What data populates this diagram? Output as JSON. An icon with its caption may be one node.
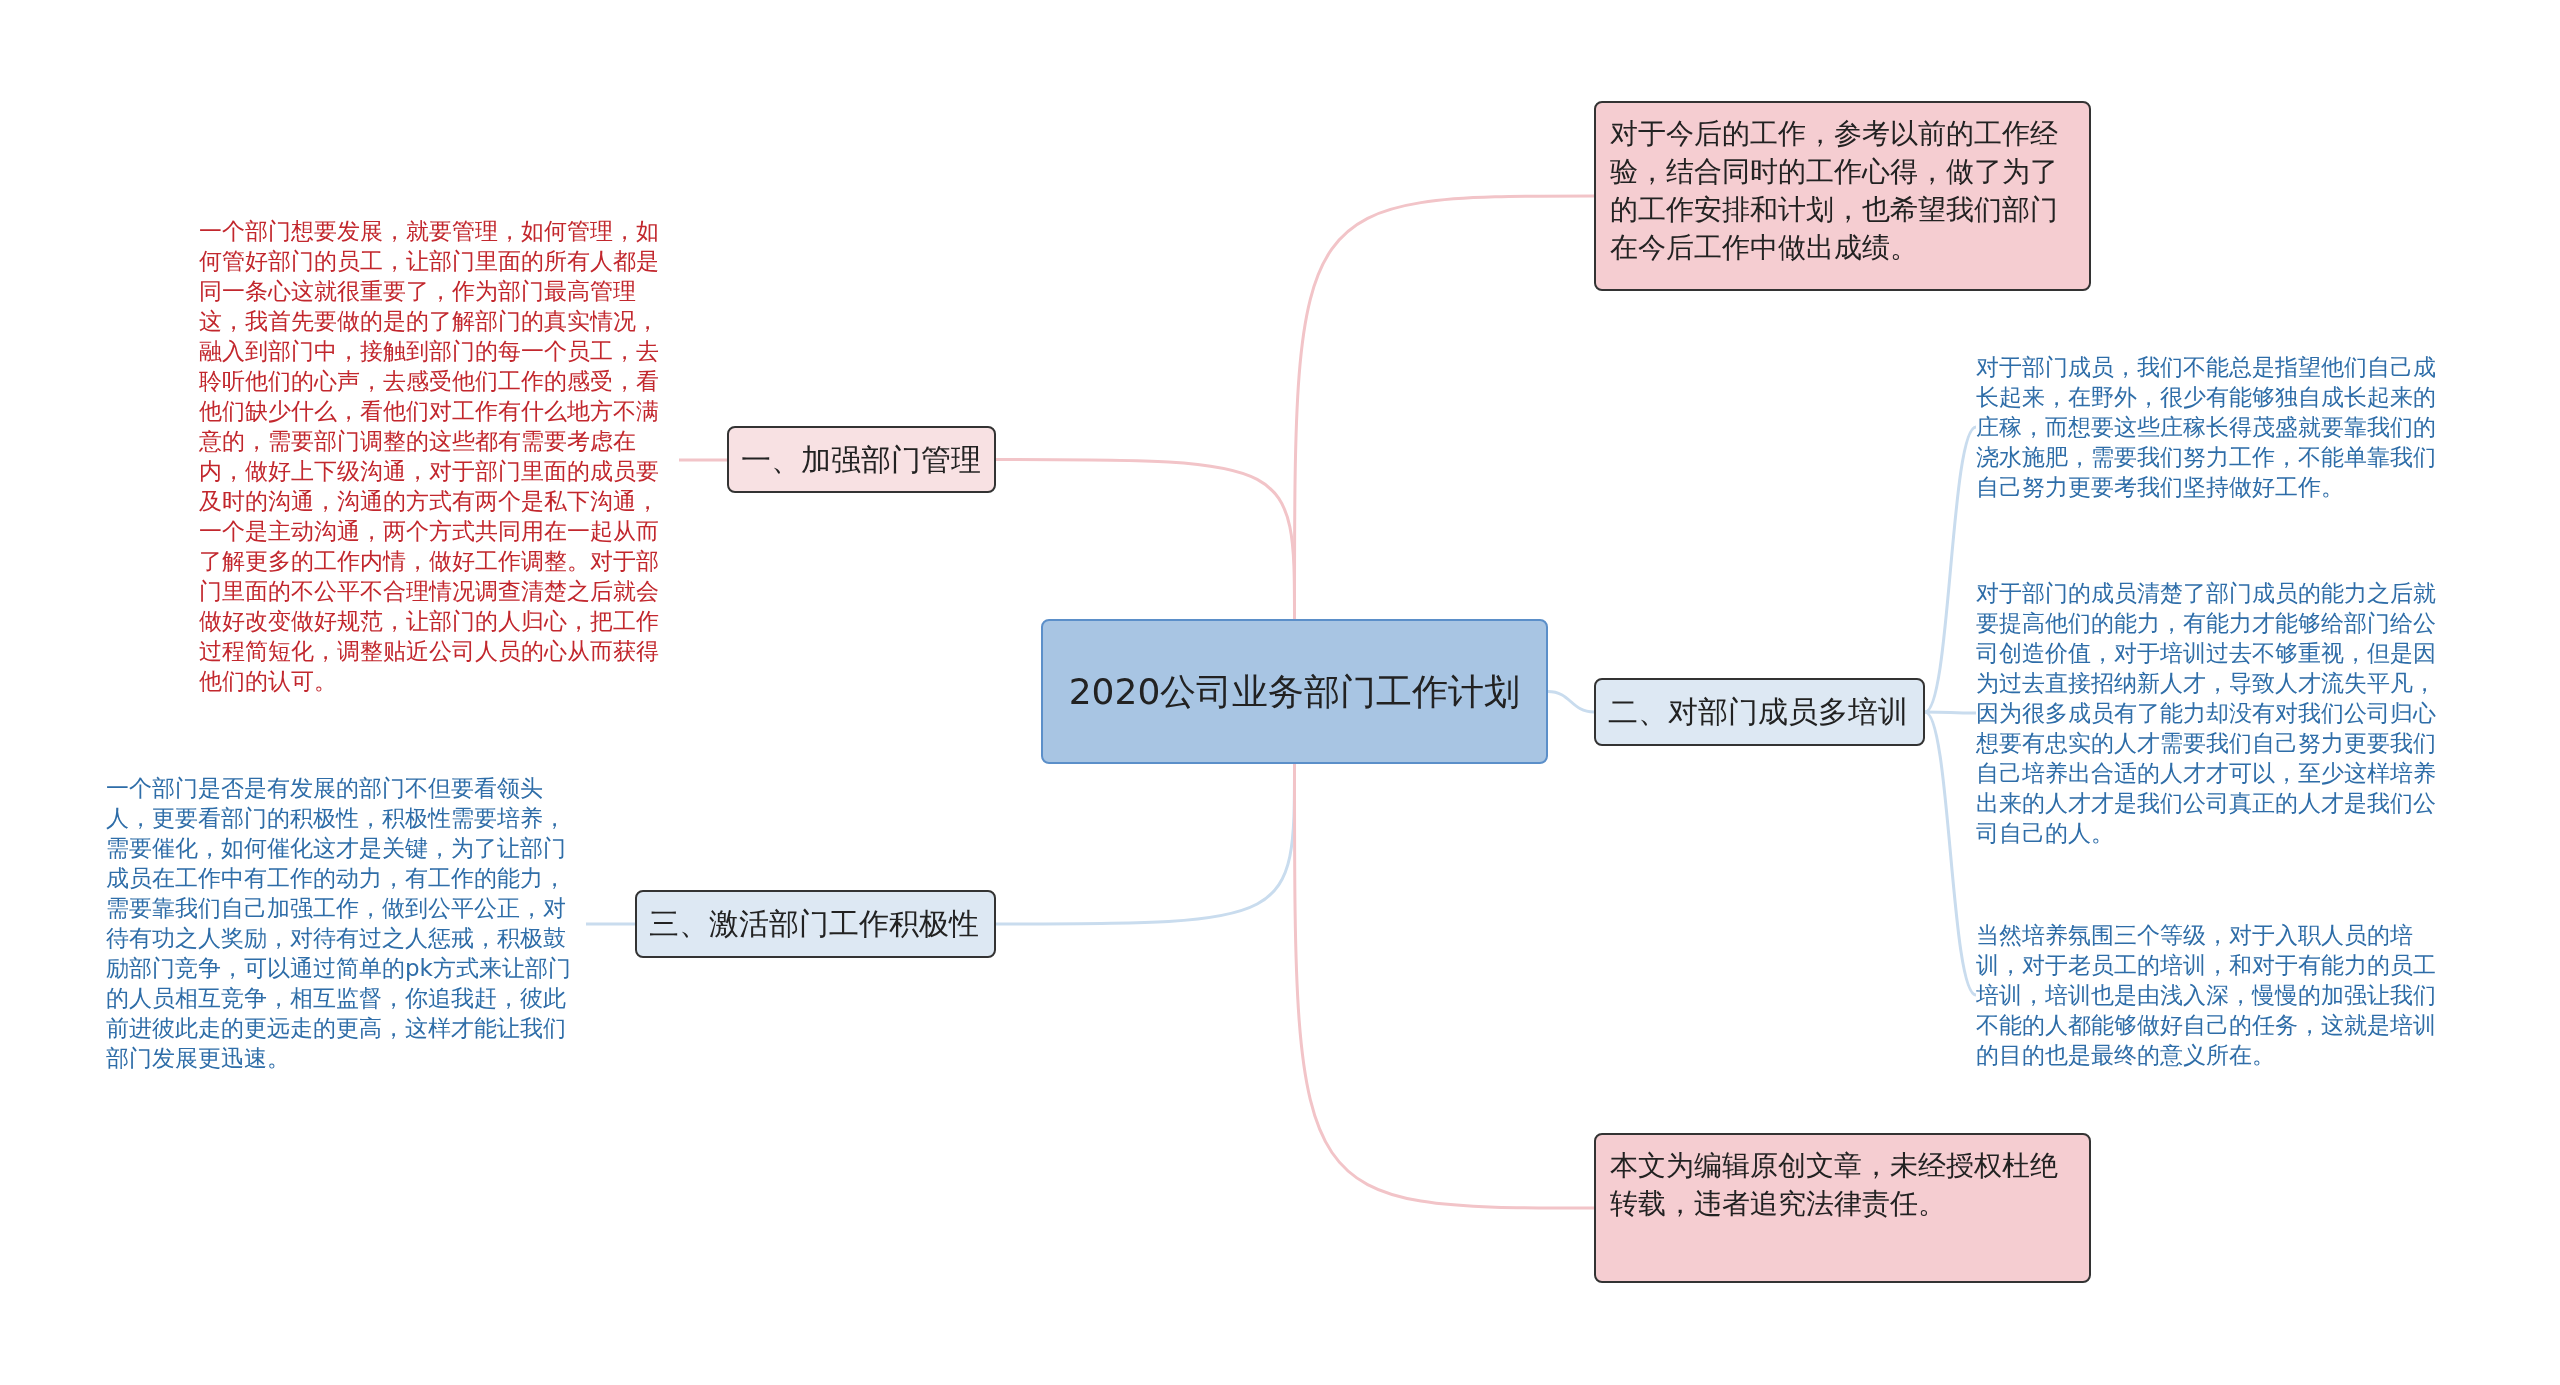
{
  "diagram": {
    "nodes": [
      {
        "text": [
          "2020公司业务部门工作计划"
        ]
      },
      {
        "text": [
          "对于今后的工作，参考以前的工作经验，结合同时的工作心得，做了为了的工作安排和计划，也希望我们部门在今后工作中做出成绩。"
        ]
      },
      {
        "text": [
          "一、加强部门管理"
        ]
      },
      {
        "text": [
          "一个部门想要发展，就要管理，如何管理，如何管好部门的员工，让部门里面的所有人都是同一条心这就很重要了，作为部门最高管理这，我首先要做的是的了解部门的真实情况，融入到部门中，接触到部门的每一个员工，去聆听他们的心声，去感受他们工作的感受，看他们缺少什么，看他们对工作有什么地方不满意的，需要部门调整的这些都有需要考虑在内，做好上下级沟通，对于部门里面的成员要及时的沟通，沟通的方式有两个是私下沟通，一个是主动沟通，两个方式共同用在一起从而了解更多的工作内情，做好工作调整。对于部门里面的不公平不合理情况调查清楚之后就会做好改变做好规范，让部门的人归心，把工作过程简短化，调整贴近公司人员的心从而获得他们的认可。"
        ]
      },
      {
        "text": [
          "二、对部门成员多培训"
        ]
      },
      {
        "text": [
          "对于部门成员，我们不能总是指望他们自己成长起来，在野外，很少有能够独自成长起来的庄稼，而想要这些庄稼长得茂盛就要靠我们的浇水施肥，需要我们努力工作，不能单靠我们自己努力更要考我们坚持做好工作。"
        ]
      },
      {
        "text": [
          "对于部门的成员清楚了部门成员的能力之后就要提高他们的能力，有能力才能够给部门给公司创造价值，对于培训过去不够重视，但是因为过去直接招纳新人才，导致人才流失平凡，因为很多成员有了能力却没有对我们公司归心想要有忠实的人才需要我们自己努力更要我们自己培养出合适的人才才可以，至少这样培养出来的人才才是我们公司真正的人才是我们公司自己的人。"
        ]
      },
      {
        "text": [
          "当然培养氛围三个等级，对于入职人员的培训，对于老员工的培训，和对于有能力的员工培训，培训也是由浅入深，慢慢的加强让我们不能的人都能够做好自己的任务，这就是培训的目的也是最终的意义所在。"
        ]
      },
      {
        "text": [
          "三、激活部门工作积极性"
        ]
      },
      {
        "text": [
          "一个部门是否是有发展的部门不但要看领头人，更要看部门的积极性，积极性需要培养，需要催化，如何催化这才是关键，为了让部门成员在工作中有工作的动力，有工作的能力，需要靠我们自己加强工作，做到公平公正，对待有功之人奖励，对待有过之人惩戒，积极鼓励部门竞争，可以通过简单的pk方式来让部门的人员相互竞争，相互监督，你追我赶，彼此前进彼此走的更远走的更高，这样才能让我们部门发展更迅速。"
        ]
      },
      {
        "text": [
          "本文为编辑原创文章，未经授权杜绝转载，违者追究法律责任。"
        ]
      }
    ],
    "edges": [
      {
        "from": 0,
        "to": 1,
        "arrow": "none",
        "color": "#f2c4c8"
      },
      {
        "from": 0,
        "to": 2,
        "arrow": "none",
        "color": "#f2c4c8"
      },
      {
        "from": 2,
        "to": 3,
        "arrow": "none",
        "color": "#f2c4c8"
      },
      {
        "from": 0,
        "to": 4,
        "arrow": "none"
      },
      {
        "from": 4,
        "to": 5,
        "arrow": "none"
      },
      {
        "from": 4,
        "to": 6,
        "arrow": "none"
      },
      {
        "from": 4,
        "to": 7,
        "arrow": "none"
      },
      {
        "from": 0,
        "to": 8,
        "arrow": "none"
      },
      {
        "from": 8,
        "to": 9,
        "arrow": "none"
      },
      {
        "from": 0,
        "to": 10,
        "arrow": "none",
        "color": "#f2c4c8"
      }
    ]
  }
}
